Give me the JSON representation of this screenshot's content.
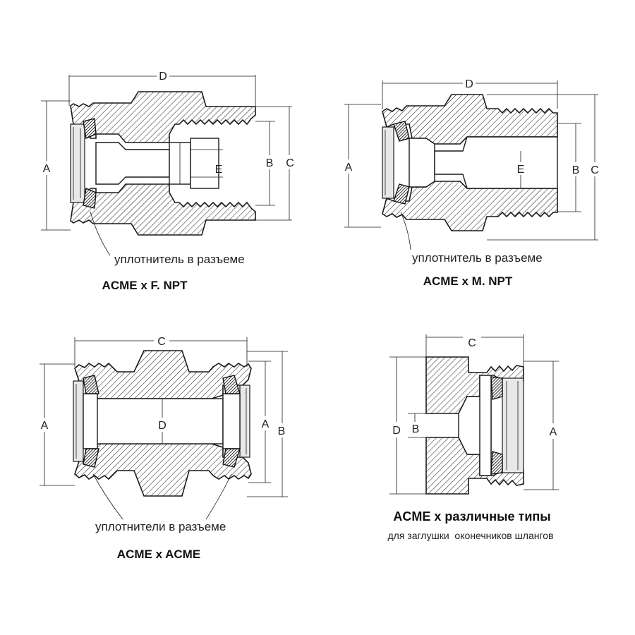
{
  "colors": {
    "line": "#1a1a1a",
    "hatch": "#1a1a1a",
    "background": "#ffffff"
  },
  "fittings": [
    {
      "id": "acme-f-npt",
      "title": "ACME x F. NPT",
      "note": "уплотнитель в разъеме",
      "dims": {
        "a": "A",
        "b": "B",
        "c": "C",
        "d": "D",
        "e": "E"
      }
    },
    {
      "id": "acme-m-npt",
      "title": "ACME x M. NPT",
      "note": "уплотнитель в разъеме",
      "dims": {
        "a": "A",
        "b": "B",
        "c": "C",
        "d": "D",
        "e": "E"
      }
    },
    {
      "id": "acme-acme",
      "title": "ACME x ACME",
      "note": "уплотнители в разъеме",
      "dims": {
        "a_left": "A",
        "a_right": "A",
        "b": "B",
        "c": "C",
        "d": "D"
      }
    },
    {
      "id": "acme-various",
      "title": "ACME x различные типы",
      "subtitle": "для заглушки  оконечников шлангов",
      "dims": {
        "a": "A",
        "b": "B",
        "c": "C",
        "d": "D"
      }
    }
  ]
}
